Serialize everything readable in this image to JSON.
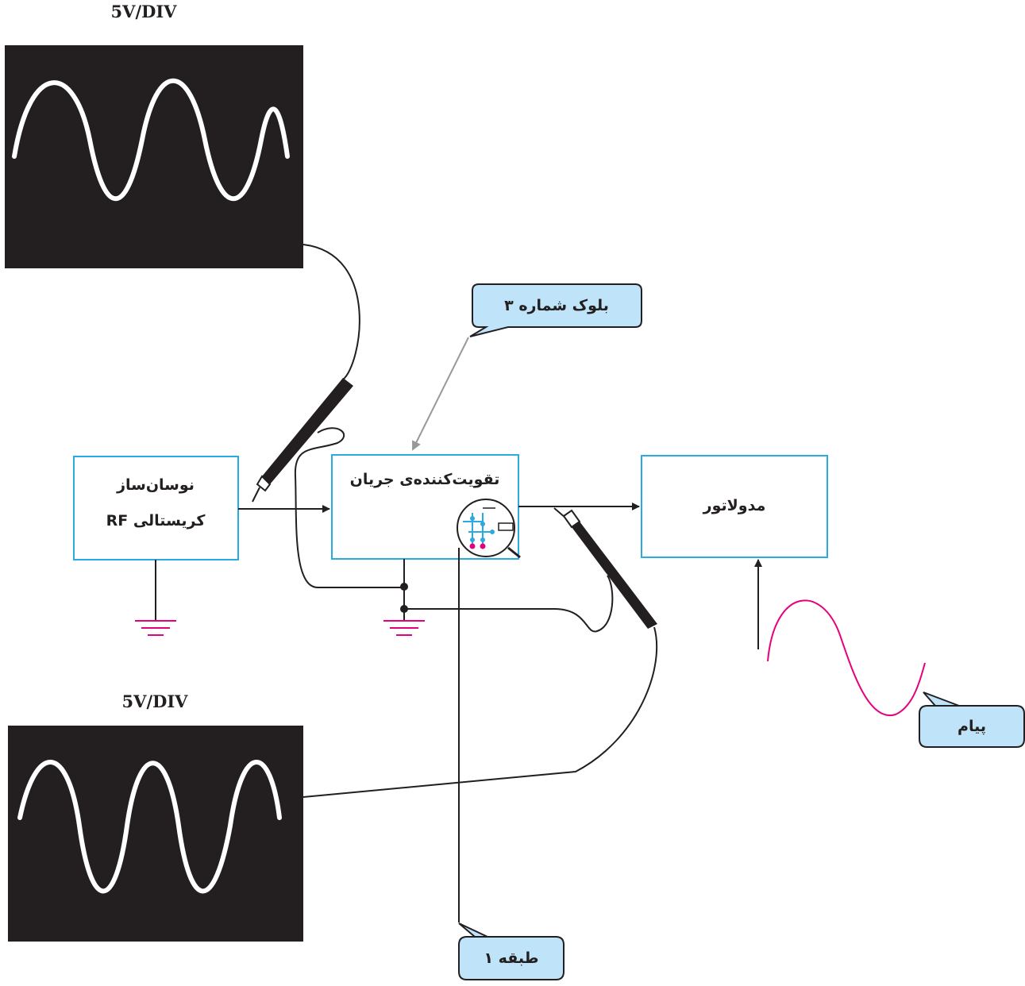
{
  "scope_top": {
    "label": "5V/DIV"
  },
  "scope_bottom": {
    "label": "5V/DIV"
  },
  "blocks": {
    "oscillator": {
      "line1": "نوسان‌ساز",
      "line2": "کریستالی RF"
    },
    "amplifier": {
      "label": "تقویت‌کننده‌ی جریان"
    },
    "modulator": {
      "label": "مدولاتور"
    }
  },
  "callouts": {
    "block3": "بلوک شماره ۳",
    "stage1": "طبقه ۱",
    "message": "پیام"
  },
  "colors": {
    "block_border": "#29abe2",
    "callout_fill": "#bfe3f8",
    "ground": "#e6007e",
    "message_wave": "#e6007e",
    "screen": "#231f20",
    "transistor": "#29abe2"
  }
}
